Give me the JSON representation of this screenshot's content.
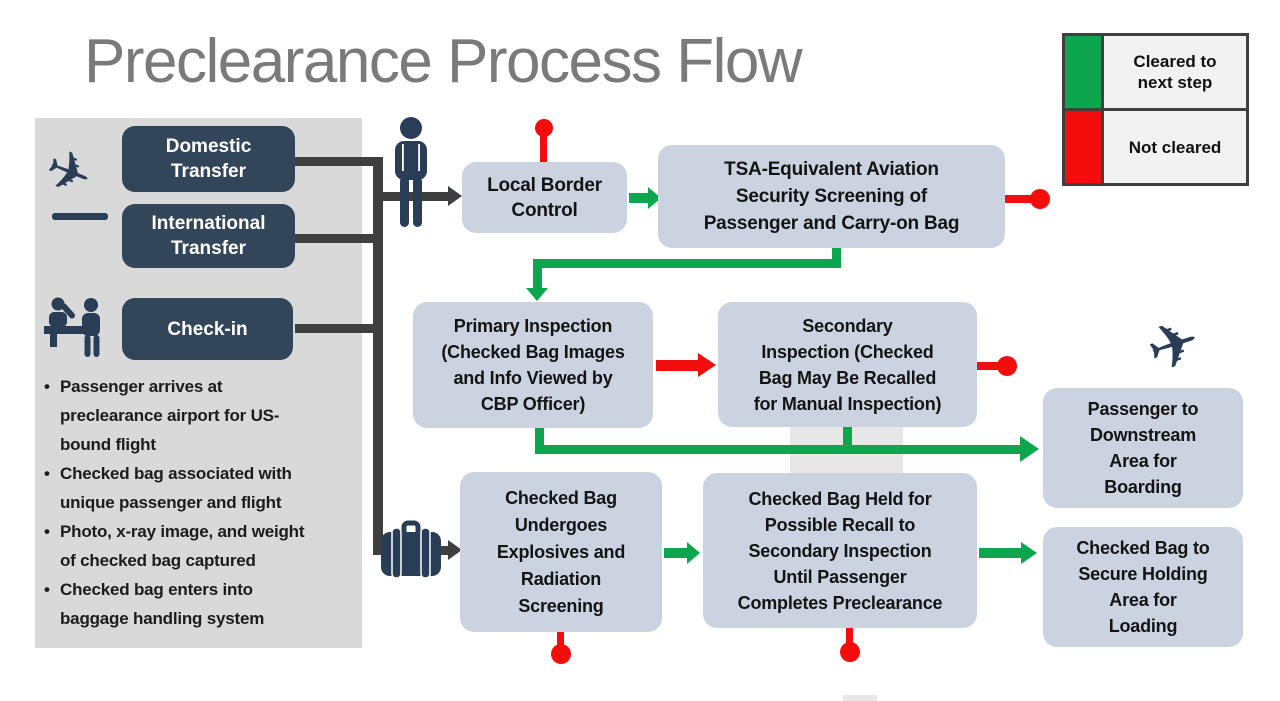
{
  "title": "Preclearance Process Flow",
  "colors": {
    "cleared_green": "#0ca64f",
    "not_cleared_red": "#f30d0d",
    "navy_box": "#334559",
    "flow_box_fill": "#ccd3e0",
    "panel_gray": "#d9d9d9",
    "connector_dark": "#3f3f3f",
    "title_gray": "#7a7a7a"
  },
  "legend": {
    "items": [
      {
        "label": "Cleared to\nnext step",
        "color": "#0ca64f"
      },
      {
        "label": "Not cleared",
        "color": "#f30d0d"
      }
    ]
  },
  "entry": {
    "boxes": [
      {
        "label": "Domestic\nTransfer"
      },
      {
        "label": "International\nTransfer"
      },
      {
        "label": "Check-in"
      }
    ],
    "bullets": [
      "Passenger arrives at\npreclearance airport for  US-\nbound flight",
      "Checked bag associated with\nunique passenger and flight",
      "Photo, x-ray image, and weight\nof checked bag captured",
      "Checked bag enters into\nbaggage handling system"
    ]
  },
  "flow": {
    "local_border_control": "Local Border\nControl",
    "tsa_screening": "TSA-Equivalent Aviation\nSecurity Screening of\nPassenger and Carry-on Bag",
    "primary_inspection": "Primary Inspection\n(Checked Bag Images\nand Info Viewed by\nCBP Officer)",
    "secondary_inspection": "Secondary\nInspection (Checked\nBag May Be Recalled\nfor Manual Inspection)",
    "passenger_downstream": "Passenger to\nDownstream\nArea for\nBoarding",
    "bag_screening": "Checked Bag\nUndergoes\nExplosives and\nRadiation\nScreening",
    "bag_held": "Checked Bag Held for\nPossible Recall to\nSecondary Inspection\nUntil Passenger\nCompletes Preclearance",
    "bag_secure": "Checked Bag to\nSecure Holding\nArea for\nLoading"
  },
  "icons": [
    "plane-arrival-icon",
    "checkin-desk-icon",
    "person-icon",
    "suitcase-icon",
    "plane-takeoff-icon"
  ]
}
